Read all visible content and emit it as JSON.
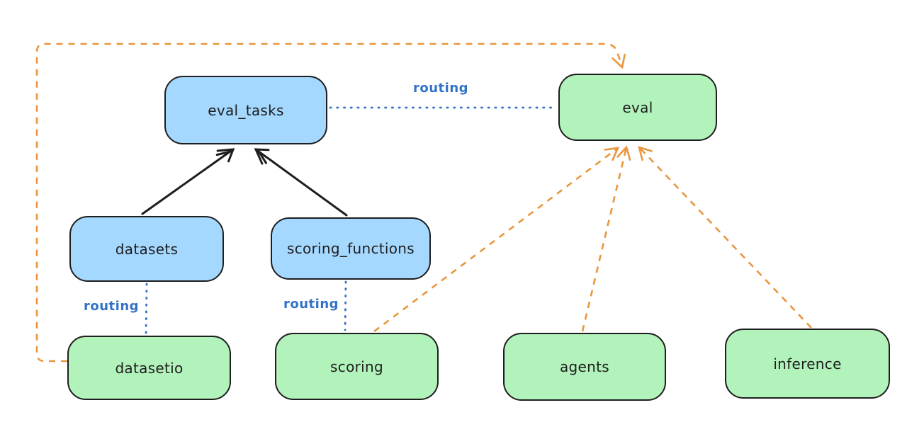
{
  "diagram": {
    "colors": {
      "blue_fill": "#a5d8ff",
      "green_fill": "#b2f2bb",
      "box_stroke": "#1e1e1e",
      "routing_blue": "#3273c8",
      "orange": "#e9963f"
    },
    "nodes": [
      {
        "id": "eval_tasks",
        "label": "eval_tasks",
        "fill": "#a5d8ff"
      },
      {
        "id": "eval",
        "label": "eval",
        "fill": "#b2f2bb"
      },
      {
        "id": "datasets",
        "label": "datasets",
        "fill": "#a5d8ff"
      },
      {
        "id": "scoring_functions",
        "label": "scoring_functions",
        "fill": "#a5d8ff"
      },
      {
        "id": "datasetio",
        "label": "datasetio",
        "fill": "#b2f2bb"
      },
      {
        "id": "scoring",
        "label": "scoring",
        "fill": "#b2f2bb"
      },
      {
        "id": "agents",
        "label": "agents",
        "fill": "#b2f2bb"
      },
      {
        "id": "inference",
        "label": "inference",
        "fill": "#b2f2bb"
      }
    ],
    "edges": [
      {
        "from": "datasets",
        "to": "eval_tasks",
        "style": "solid-black-arrow",
        "label": ""
      },
      {
        "from": "scoring_functions",
        "to": "eval_tasks",
        "style": "solid-black-arrow",
        "label": ""
      },
      {
        "from": "eval_tasks",
        "to": "eval",
        "style": "dotted-blue",
        "label": "routing"
      },
      {
        "from": "datasets",
        "to": "datasetio",
        "style": "dotted-blue",
        "label": "routing"
      },
      {
        "from": "scoring_functions",
        "to": "scoring",
        "style": "dotted-blue",
        "label": "routing"
      },
      {
        "from": "datasetio",
        "to": "eval",
        "style": "dashed-orange-arrow",
        "label": ""
      },
      {
        "from": "scoring",
        "to": "eval",
        "style": "dashed-orange-arrow",
        "label": ""
      },
      {
        "from": "agents",
        "to": "eval",
        "style": "dashed-orange-arrow",
        "label": ""
      },
      {
        "from": "inference",
        "to": "eval",
        "style": "dashed-orange-arrow",
        "label": ""
      }
    ]
  }
}
